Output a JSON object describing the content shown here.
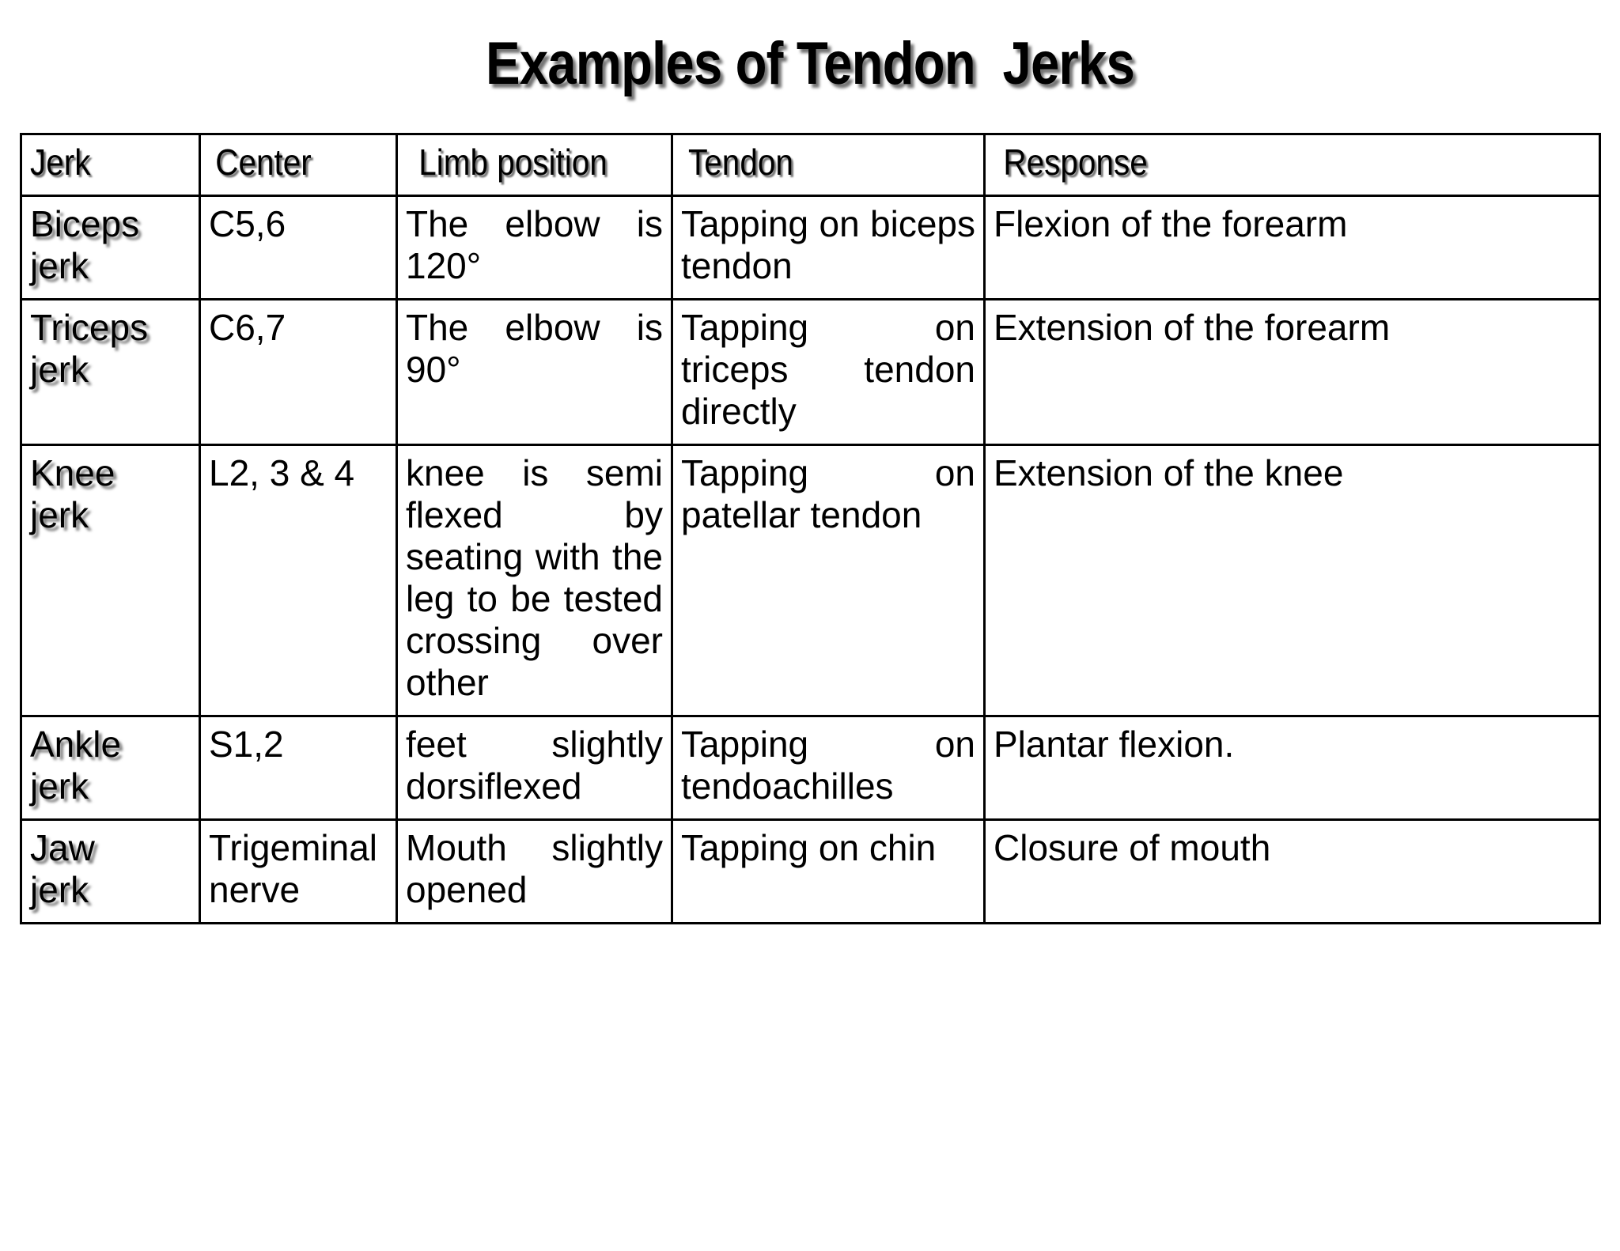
{
  "slide": {
    "title": "Examples of Tendon  Jerks",
    "background_color": "#ffffff",
    "text_color": "#000000"
  },
  "table": {
    "headers": [
      {
        "key": "jerk",
        "label": "Jerk"
      },
      {
        "key": "center",
        "label": "Center"
      },
      {
        "key": "limb_position",
        "label": "Limb position"
      },
      {
        "key": "tendon",
        "label": "Tendon"
      },
      {
        "key": "response",
        "label": "Response"
      }
    ],
    "rows": [
      {
        "jerk": "Biceps\njerk",
        "center": "C5,6",
        "limb_position": "The elbow is 120°",
        "tendon": "Tapping on biceps tendon",
        "response": "Flexion of the forearm"
      },
      {
        "jerk": "Triceps\njerk",
        "center": "C6,7",
        "limb_position": "The elbow is 90°",
        "tendon": "Tapping on triceps tendon directly",
        "response": "Extension of the forearm"
      },
      {
        "jerk": "Knee\njerk",
        "center": "L2, 3 & 4",
        "limb_position": "knee is semi flexed by seating with the leg to be tested crossing over other",
        "tendon": "Tapping on patellar tendon",
        "response": "Extension of the knee"
      },
      {
        "jerk": "Ankle\njerk",
        "center": "S1,2",
        "limb_position": "feet slightly dorsiflexed",
        "tendon": "Tapping on tendoachilles",
        "response": "Plantar flexion."
      },
      {
        "jerk": "Jaw\njerk",
        "center": "Trigeminal nerve",
        "limb_position": "Mouth slightly opened",
        "tendon": "Tapping on chin",
        "response": "Closure of mouth"
      }
    ]
  }
}
